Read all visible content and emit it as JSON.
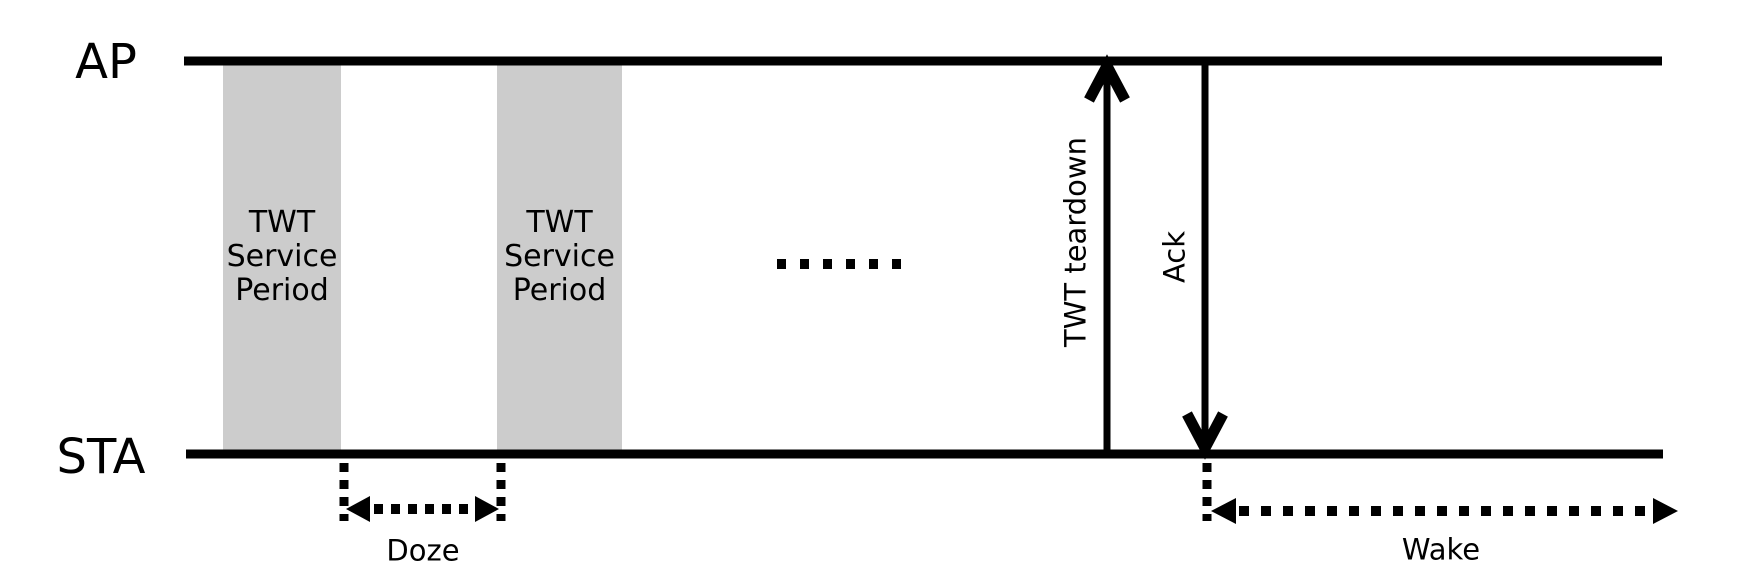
{
  "actors": {
    "ap_label": "AP",
    "sta_label": "STA"
  },
  "service_periods": [
    {
      "line1": "TWT",
      "line2": "Service",
      "line3": "Period"
    },
    {
      "line1": "TWT",
      "line2": "Service",
      "line3": "Period"
    }
  ],
  "messages": {
    "teardown_label": "TWT teardown",
    "ack_label": "Ack"
  },
  "intervals": {
    "doze_label": "Doze",
    "wake_label": "Wake"
  },
  "icons": {
    "ellipsis_dots": "horizontal-square-dot-ellipsis",
    "teardown_arrowhead": "up-chevron-arrowhead",
    "ack_arrowhead": "down-chevron-arrowhead",
    "doze_arrow": "double-headed-dotted-arrow",
    "wake_arrow": "double-headed-dotted-arrow"
  },
  "colors": {
    "line": "#000000",
    "service_period_fill": "#cccccc",
    "background": "#ffffff",
    "text": "#000000"
  }
}
